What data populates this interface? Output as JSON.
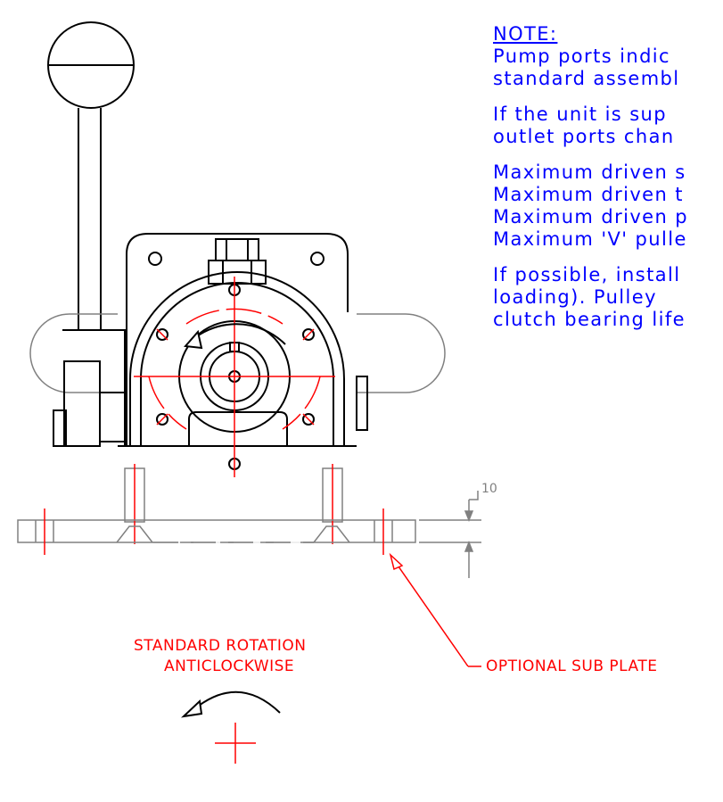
{
  "note": {
    "heading": "NOTE:",
    "lines": [
      "Pump ports indic",
      "standard assembl",
      "",
      "If the unit is sup",
      "outlet ports chan",
      "",
      "Maximum driven s",
      "Maximum driven t",
      "Maximum driven p",
      "Maximum 'V' pulle",
      "",
      "If possible, install",
      "loading).  Pulley",
      "clutch bearing life"
    ]
  },
  "labels": {
    "dimension": "10",
    "sub_plate": "OPTIONAL SUB PLATE",
    "rotation_line1": "STANDARD ROTATION",
    "rotation_line2": "ANTICLOCKWISE"
  },
  "colors": {
    "outline": "#000000",
    "centerline": "#ff0000",
    "note_text": "#0000ff",
    "dimension": "#808080"
  }
}
